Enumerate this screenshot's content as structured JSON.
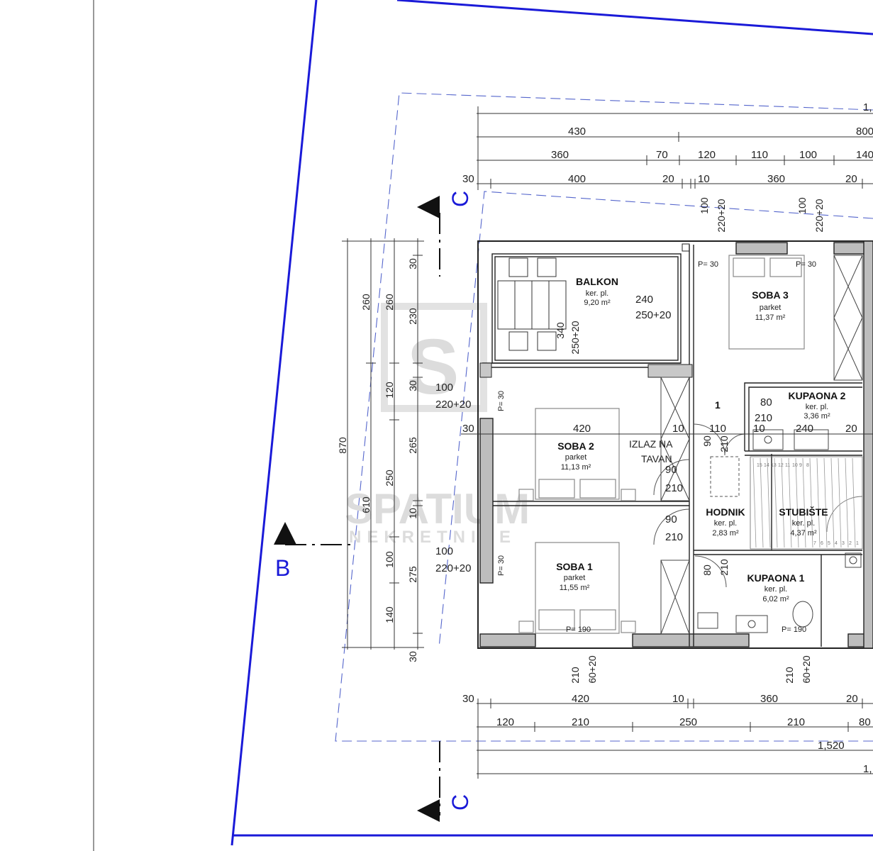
{
  "section_marks": {
    "c_top": "C",
    "c_bottom": "C",
    "b": "B"
  },
  "watermark": {
    "logo_letter": "S",
    "name": "SPATIUM",
    "sub": "NEKRETNINE"
  },
  "rooms": {
    "balkon": {
      "name": "BALKON",
      "floor": "ker. pl.",
      "area": "9,20 m²"
    },
    "soba3": {
      "name": "SOBA 3",
      "floor": "parket",
      "area": "11,37 m²"
    },
    "kupaona2": {
      "name": "KUPAONA 2",
      "floor": "ker. pl.",
      "area": "3,36 m²"
    },
    "soba2": {
      "name": "SOBA 2",
      "floor": "parket",
      "area": "11,13 m²"
    },
    "soba1": {
      "name": "SOBA 1",
      "floor": "parket",
      "area": "11,55 m²"
    },
    "hodnik": {
      "name": "HODNIK",
      "floor": "ker. pl.",
      "area": "2,83 m²"
    },
    "stubiste": {
      "name": "STUBIŠTE",
      "floor": "ker. pl.",
      "area": "4,37 m²"
    },
    "kupaona1": {
      "name": "KUPAONA 1",
      "floor": "ker. pl.",
      "area": "6,02 m²"
    }
  },
  "notes": {
    "izlaz_1": "IZLAZ NA",
    "izlaz_2": "TAVAN",
    "room_number": "1",
    "p30_a": "P= 30",
    "p30_b": "P= 30",
    "p30_c": "P= 30",
    "p30_d": "P= 30",
    "p190_a": "P= 190",
    "p190_b": "P= 190"
  },
  "dims_top": {
    "row1": [
      "1,"
    ],
    "row2": [
      "430",
      "800"
    ],
    "row3": [
      "360",
      "70",
      "120",
      "110",
      "100",
      "140"
    ],
    "row4": [
      "30",
      "400",
      "20",
      "10",
      "360",
      "20"
    ]
  },
  "dims_bottom": {
    "row1": [
      "30",
      "420",
      "10",
      "360",
      "20"
    ],
    "row2": [
      "120",
      "210",
      "250",
      "210",
      "80"
    ],
    "row3": [
      "1,520"
    ],
    "row4": [
      "1,"
    ]
  },
  "dims_left": {
    "outer": [
      "870"
    ],
    "col2": [
      "260",
      "610"
    ],
    "col3": [
      "260",
      "120",
      "250",
      "100",
      "140"
    ],
    "col4": [
      "30",
      "230",
      "30",
      "265",
      "10",
      "275",
      "30"
    ]
  },
  "openings": {
    "w_top1_a": "100",
    "w_top1_b": "220+20",
    "w_top2_a": "100",
    "w_top2_b": "220+20",
    "balkon_door_a": "240",
    "balkon_door_b": "250+20",
    "balkon_side_a": "340",
    "balkon_side_b": "250+20",
    "s2_win_a": "100",
    "s2_win_b": "220+20",
    "s1_win_a": "100",
    "s1_win_b": "220+20",
    "d_s2_a": "90",
    "d_s2_b": "210",
    "d_s1_a": "90",
    "d_s1_b": "210",
    "d_hod_a": "90",
    "d_hod_b": "210",
    "d_k1_a": "80",
    "d_k1_b": "210",
    "d_k2_a": "80",
    "d_k2_b": "210",
    "w_bot1_a": "210",
    "w_bot1_b": "60+20",
    "w_bot2_a": "210",
    "w_bot2_b": "60+20",
    "int_30": "30",
    "int_420": "420",
    "int_10a": "10",
    "int_110": "110",
    "int_10b": "10",
    "int_240": "240",
    "int_20": "20"
  },
  "stair_steps": [
    "15",
    "14",
    "13",
    "12",
    "11",
    "10",
    "9",
    "8",
    "7",
    "6",
    "5",
    "4",
    "3",
    "2",
    "1"
  ]
}
